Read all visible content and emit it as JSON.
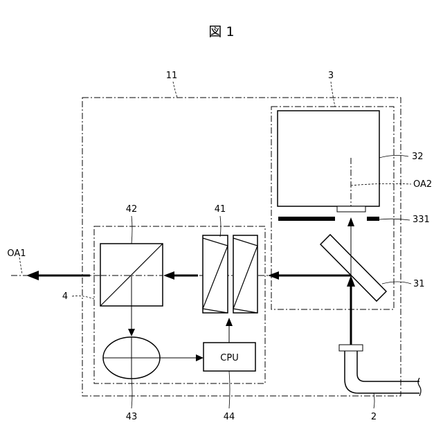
{
  "figure_title": "図 1",
  "labels": {
    "housing": "11",
    "unit3": "3",
    "sensor32": "32",
    "axis2": "OA2",
    "aperture331": "331",
    "mirror31": "31",
    "axis1": "OA1",
    "unit4": "4",
    "beamsplitter42": "42",
    "prisms41": "41",
    "detector43": "43",
    "processor44": "44",
    "fiber2": "2",
    "cpu": "CPU"
  }
}
